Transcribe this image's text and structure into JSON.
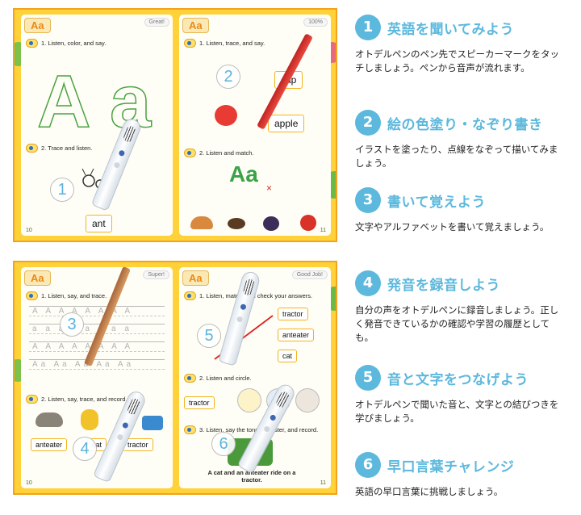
{
  "workbook_top": {
    "left_page": {
      "tab": "Aa",
      "badge": "Great!",
      "instruction_1": "1. Listen, color, and say.",
      "big_upper": "A",
      "big_lower": "a",
      "instruction_2": "2. Trace and listen.",
      "word": "ant",
      "page_number": "10"
    },
    "right_page": {
      "tab": "Aa",
      "badge": "100%",
      "instruction_1": "1. Listen, trace, and say.",
      "word_1": "cap",
      "word_2": "apple",
      "instruction_2": "2. Listen and match.",
      "letters": "Aa",
      "cross_mark": "×",
      "page_number": "11"
    }
  },
  "workbook_bottom": {
    "left_page": {
      "tab": "Aa",
      "badge": "Super!",
      "instruction_1": "1. Listen, say, and trace.",
      "trace_rows": [
        "A A A A A A A A",
        "a a a a a a a a",
        "A A A A A A A A",
        "Aa Aa Aa Aa Aa"
      ],
      "instruction_2": "2. Listen, say, trace, and record.",
      "word_1": "anteater",
      "word_2": "cat",
      "word_3": "tractor",
      "page_number": "10"
    },
    "right_page": {
      "tab": "Aa",
      "badge": "Good Job!",
      "instruction_1": "1. Listen, match, and check your answers.",
      "word_1": "tractor",
      "word_2": "anteater",
      "word_3": "cat",
      "instruction_2": "2. Listen and circle.",
      "word_4": "tractor",
      "instruction_3": "3. Listen, say the tongue twister, and record.",
      "caption": "A cat and an anteater ride on a tractor.",
      "page_number": "11"
    }
  },
  "photo_markers": [
    "1",
    "2",
    "3",
    "4",
    "5",
    "6"
  ],
  "features": [
    {
      "number": "1",
      "title": "英語を聞いてみよう",
      "description": "オトデルペンのペン先でスピーカーマークをタッチしましょう。ペンから音声が流れます。"
    },
    {
      "number": "2",
      "title": "絵の色塗り・なぞり書き",
      "description": "イラストを塗ったり、点線をなぞって描いてみましょう。"
    },
    {
      "number": "3",
      "title": "書いて覚えよう",
      "description": "文字やアルファベットを書いて覚えましょう。"
    },
    {
      "number": "4",
      "title": "発音を録音しよう",
      "description": "自分の声をオトデルペンに録音しましょう。正しく発音できているかの確認や学習の履歴としても。"
    },
    {
      "number": "5",
      "title": "音と文字をつなげよう",
      "description": "オトデルペンで聞いた音と、文字との結びつきを学びましょう。"
    },
    {
      "number": "6",
      "title": "早口言葉チャレンジ",
      "description": "英語の早口言葉に挑戦しましょう。"
    }
  ],
  "colors": {
    "accent_blue": "#5cb8dd",
    "border_yellow": "#ffd23a",
    "letter_green": "#3aa247"
  }
}
